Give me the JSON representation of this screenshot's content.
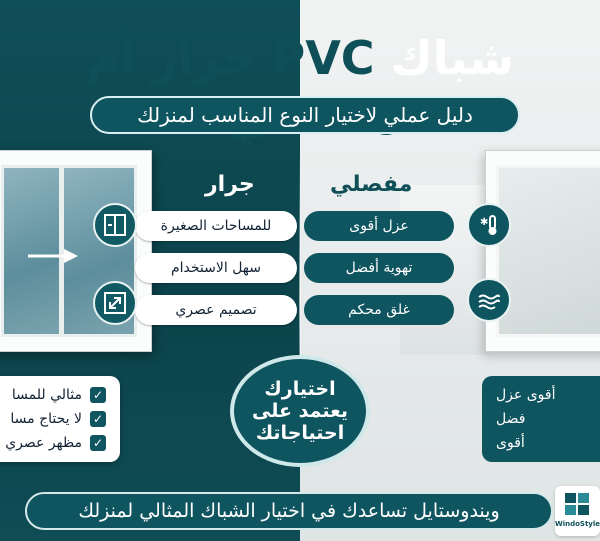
{
  "title": {
    "part1": "شباك ",
    "part2": "PVC",
    "part3": " جرار أم مفصلي؟"
  },
  "subtitle": "دليل عملي لاختيار النوع المناسب لمنزلك",
  "columns": {
    "left_header": "جرار",
    "right_header": "مفصلي"
  },
  "rows": [
    {
      "left": "للمساحات الصغيرة",
      "right": "عزل أقوى"
    },
    {
      "left": "سهل الاستخدام",
      "right": "تهوية أفضل"
    },
    {
      "left": "تصميم عصري",
      "right": "غلق محكم"
    }
  ],
  "badge": {
    "line1": "اختيارك",
    "line2": "يعتمد على",
    "line3": "احتياجاتك"
  },
  "card_left": [
    "مثالي للمسا",
    "لا يحتاج مسا",
    "مظهر عصري"
  ],
  "card_right": [
    "أقوى عزل",
    "فضل",
    "أقوى"
  ],
  "footer": "ويندوستايل تساعدك في اختيار الشباك المثالي لمنزلك",
  "logo_text": "WindoStyle",
  "icons": {
    "left_1": "sliding-window-icon",
    "left_3": "expand-icon",
    "right_1": "thermometer-snow-icon",
    "right_3": "wind-icon"
  },
  "colors": {
    "primary": "#0f5560",
    "dark": "#0f4f58",
    "light": "#ffffff"
  }
}
